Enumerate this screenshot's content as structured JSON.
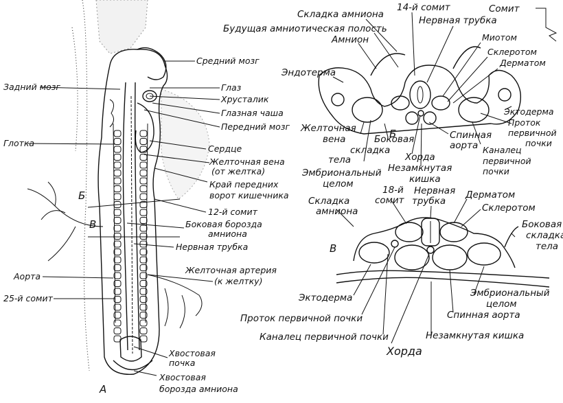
{
  "panels": {
    "a": "А",
    "b": "Б",
    "c": "В",
    "b_marker": "Б",
    "c_marker": "В"
  },
  "labels_a": {
    "midbrain": "Средний мозг",
    "hindbrain": "Задний мозг",
    "eye": "Глаз",
    "lens": "Хрусталик",
    "optic_cup": "Глазная чаша",
    "forebrain": "Передний мозг",
    "pharynx": "Глотка",
    "heart": "Сердце",
    "vitelline_vein_1": "Желточная вена",
    "vitelline_vein_2": "(от желтка)",
    "gut_portal_1": "Край передних",
    "gut_portal_2": "ворот кишечника",
    "somite_12": "12-й сомит",
    "amnion_groove_1": "Боковая борозда",
    "amnion_groove_2": "амниона",
    "neural_tube": "Нервная трубка",
    "vitelline_artery_1": "Желточная артерия",
    "vitelline_artery_2": "(к желтку)",
    "aorta": "Аорта",
    "somite_25": "25-й сомит",
    "tail_bud_1": "Хвостовая",
    "tail_bud_2": "почка",
    "tail_groove_1": "Хвостовая",
    "tail_groove_2": "борозда амниона"
  },
  "labels_b": {
    "amnion_fold": "Складка амниона",
    "somite_14": "14-й сомит",
    "somite": "Сомит",
    "neural_tube": "Нервная трубка",
    "future_cavity": "Будущая амниотическая полость",
    "myotome": "Миотом",
    "amnion": "Амнион",
    "sclerotome": "Склеротом",
    "dermatome": "Дерматом",
    "endoderm": "Эндотерма",
    "ectoderm": "Эктодерма",
    "duct_1": "Проток",
    "duct_2": "первичной",
    "duct_3": "почки",
    "vitelline_vein_1": "Желточная",
    "vitelline_vein_2": "вена",
    "lateral_fold_1": "Боковая",
    "lateral_fold_2": "складка",
    "lateral_fold_3": "тела",
    "dorsal_aorta_1": "Спинная",
    "dorsal_aorta_2": "аорта",
    "tubule_1": "Каналец",
    "tubule_2": "первичной",
    "tubule_3": "почки",
    "notochord": "Хорда",
    "open_gut_1": "Незамкнутая",
    "open_gut_2": "кишка",
    "coelom_1": "Эмбриональный",
    "coelom_2": "целом"
  },
  "labels_c": {
    "amnion_fold_1": "Складка",
    "amnion_fold_2": "амниона",
    "somite_18_1": "18-й",
    "somite_18_2": "сомит",
    "neural_tube_1": "Нервная",
    "neural_tube_2": "трубка",
    "dermatome": "Дерматом",
    "sclerotome": "Склеротом",
    "lateral_fold_1": "Боковая",
    "lateral_fold_2": "складка",
    "lateral_fold_3": "тела",
    "ectoderm": "Эктодерма",
    "coelom_1": "Эмбриональный",
    "coelom_2": "целом",
    "dorsal_aorta": "Спинная аорта",
    "duct": "Проток первичной почки",
    "tubule": "Каналец первичной почки",
    "open_gut": "Незамкнутая кишка",
    "notochord": "Хорда"
  }
}
